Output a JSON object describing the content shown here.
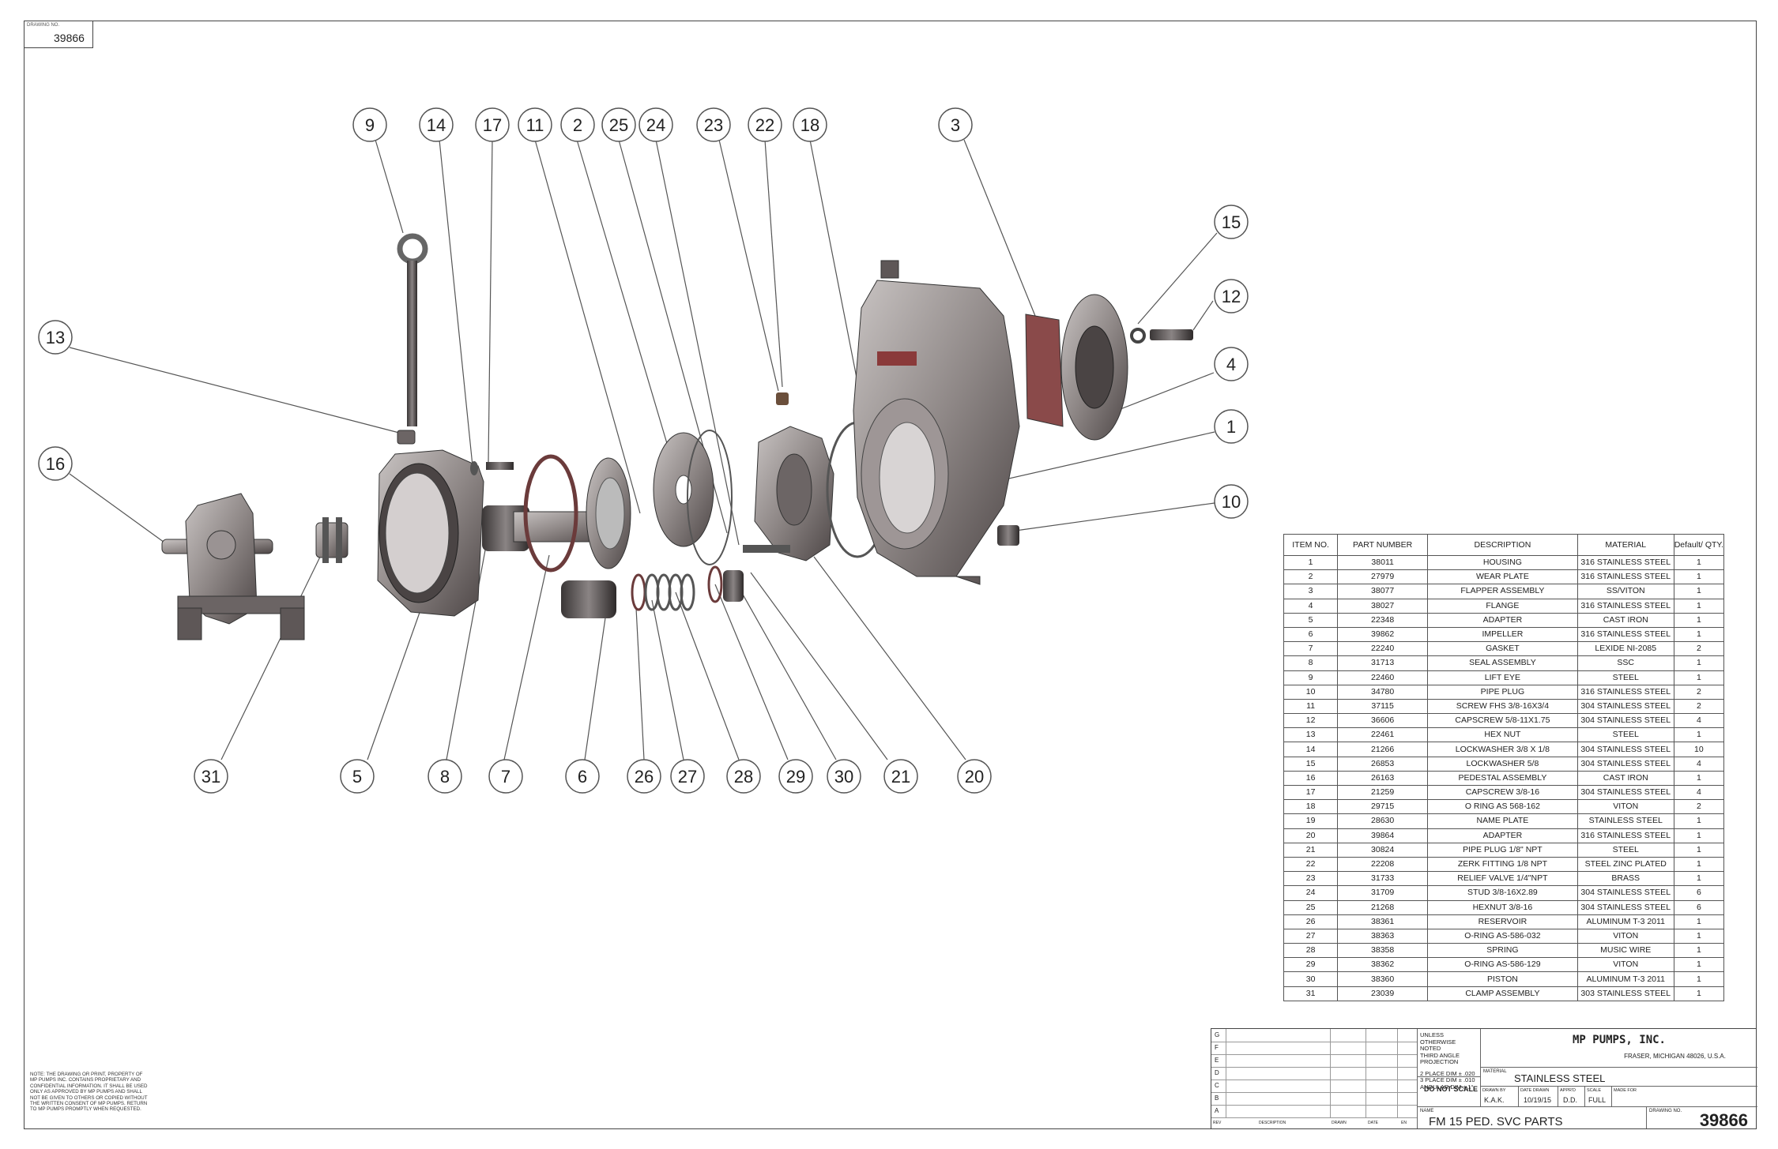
{
  "drawing_number_label": "DRAWING NO.",
  "drawing_number": "39866",
  "bubbles": [
    "9",
    "14",
    "17",
    "11",
    "2",
    "25",
    "24",
    "23",
    "22",
    "18",
    "3",
    "15",
    "12",
    "4",
    "1",
    "10",
    "13",
    "16",
    "31",
    "5",
    "8",
    "7",
    "6",
    "26",
    "27",
    "28",
    "29",
    "30",
    "21",
    "20"
  ],
  "bom": {
    "headers": [
      "ITEM NO.",
      "PART NUMBER",
      "DESCRIPTION",
      "MATERIAL",
      "Default/ QTY."
    ],
    "rows": [
      [
        "1",
        "38011",
        "HOUSING",
        "316 STAINLESS STEEL",
        "1"
      ],
      [
        "2",
        "27979",
        "WEAR PLATE",
        "316 STAINLESS STEEL",
        "1"
      ],
      [
        "3",
        "38077",
        "FLAPPER ASSEMBLY",
        "SS/VITON",
        "1"
      ],
      [
        "4",
        "38027",
        "FLANGE",
        "316 STAINLESS STEEL",
        "1"
      ],
      [
        "5",
        "22348",
        "ADAPTER",
        "CAST IRON",
        "1"
      ],
      [
        "6",
        "39862",
        "IMPELLER",
        "316 STAINLESS STEEL",
        "1"
      ],
      [
        "7",
        "22240",
        "GASKET",
        "LEXIDE NI-2085",
        "2"
      ],
      [
        "8",
        "31713",
        "SEAL ASSEMBLY",
        "SSC",
        "1"
      ],
      [
        "9",
        "22460",
        "LIFT EYE",
        "STEEL",
        "1"
      ],
      [
        "10",
        "34780",
        "PIPE PLUG",
        "316 STAINLESS STEEL",
        "2"
      ],
      [
        "11",
        "37115",
        "SCREW FHS 3/8-16X3/4",
        "304 STAINLESS STEEL",
        "2"
      ],
      [
        "12",
        "36606",
        "CAPSCREW 5/8-11X1.75",
        "304 STAINLESS STEEL",
        "4"
      ],
      [
        "13",
        "22461",
        "HEX NUT",
        "STEEL",
        "1"
      ],
      [
        "14",
        "21266",
        "LOCKWASHER 3/8 X 1/8",
        "304 STAINLESS STEEL",
        "10"
      ],
      [
        "15",
        "26853",
        "LOCKWASHER 5/8",
        "304 STAINLESS STEEL",
        "4"
      ],
      [
        "16",
        "26163",
        "PEDESTAL ASSEMBLY",
        "CAST IRON",
        "1"
      ],
      [
        "17",
        "21259",
        "CAPSCREW 3/8-16",
        "304 STAINLESS STEEL",
        "4"
      ],
      [
        "18",
        "29715",
        "O RING AS 568-162",
        "VITON",
        "2"
      ],
      [
        "19",
        "28630",
        "NAME PLATE",
        "STAINLESS STEEL",
        "1"
      ],
      [
        "20",
        "39864",
        "ADAPTER",
        "316 STAINLESS STEEL",
        "1"
      ],
      [
        "21",
        "30824",
        "PIPE PLUG 1/8\" NPT",
        "STEEL",
        "1"
      ],
      [
        "22",
        "22208",
        "ZERK FITTING 1/8 NPT",
        "STEEL ZINC PLATED",
        "1"
      ],
      [
        "23",
        "31733",
        "RELIEF VALVE 1/4\"NPT",
        "BRASS",
        "1"
      ],
      [
        "24",
        "31709",
        "STUD 3/8-16X2.89",
        "304 STAINLESS STEEL",
        "6"
      ],
      [
        "25",
        "21268",
        "HEXNUT 3/8-16",
        "304 STAINLESS STEEL",
        "6"
      ],
      [
        "26",
        "38361",
        "RESERVOIR",
        "ALUMINUM T-3 2011",
        "1"
      ],
      [
        "27",
        "38363",
        "O-RING AS-586-032",
        "VITON",
        "1"
      ],
      [
        "28",
        "38358",
        "SPRING",
        "MUSIC WIRE",
        "1"
      ],
      [
        "29",
        "38362",
        "O-RING AS-586-129",
        "VITON",
        "1"
      ],
      [
        "30",
        "38360",
        "PISTON",
        "ALUMINUM T-3 2011",
        "1"
      ],
      [
        "31",
        "23039",
        "CLAMP ASSEMBLY",
        "303 STAINLESS STEEL",
        "1"
      ]
    ]
  },
  "title_block": {
    "rev_letters": [
      "G",
      "F",
      "E",
      "D",
      "C",
      "B",
      "A"
    ],
    "rev_cols": [
      "REV",
      "DESCRIPTION",
      "DRAWN",
      "DATE",
      "EN"
    ],
    "tolerance_lines": [
      "UNLESS OTHERWISE NOTED",
      "THIRD ANGLE PROJECTION",
      "2 PLACE DIM ± .020",
      "3 PLACE DIM ± .010",
      "ANGULAR DIM ± 1°"
    ],
    "do_not_scale": "DO NOT SCALE",
    "company": "MP PUMPS, INC.",
    "location": "FRASER, MICHIGAN 48026, U.S.A.",
    "material_label": "MATERIAL",
    "material": "STAINLESS STEEL",
    "drawn_by_label": "DRAWN BY",
    "drawn_by": "K.A.K.",
    "date_label": "DATE DRAWN",
    "date": "10/19/15",
    "approved_label": "APPR'D",
    "approved": "D.D.",
    "scale_label": "SCALE",
    "scale": "FULL",
    "name_label": "NAME",
    "name": "FM 15 PED. SVC PARTS",
    "drawno_label": "DRAWING NO.",
    "drawno": "39866",
    "made_for_label": "MADE FOR"
  },
  "proprietary_note": "NOTE: THE DRAWING OR PRINT, PROPERTY OF MP PUMPS INC. CONTAINS PROPRIETARY AND CONFIDENTIAL INFORMATION. IT SHALL BE USED ONLY AS APPROVED BY MP PUMPS AND SHALL NOT BE GIVEN TO OTHERS OR COPIED WITHOUT THE WRITTEN CONSENT OF MP PUMPS. RETURN TO MP PUMPS PROMPTLY WHEN REQUESTED."
}
